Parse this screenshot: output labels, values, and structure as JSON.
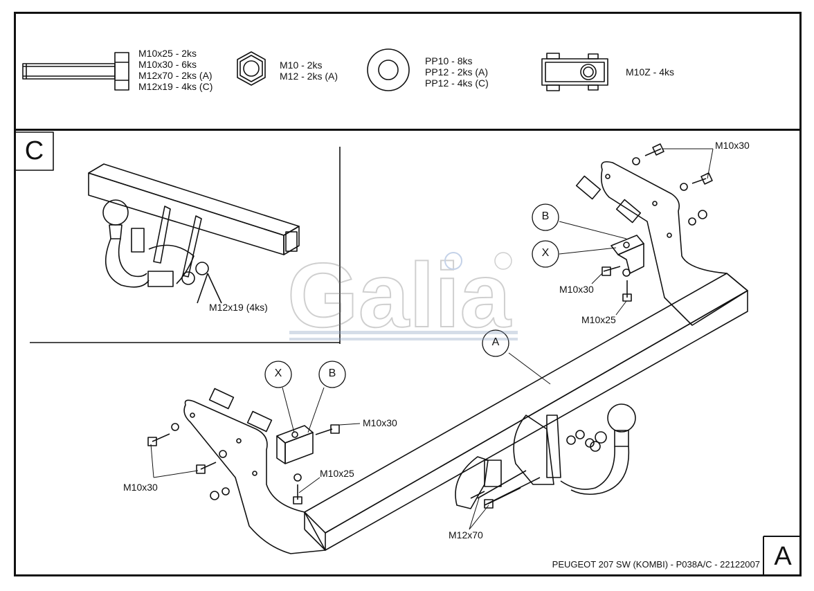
{
  "parts": {
    "bolt": [
      "M10x25 - 2ks",
      "M10x30 - 6ks",
      "M12x70 - 2ks (A)",
      "M12x19 - 4ks (C)"
    ],
    "nut": [
      "M10 - 2ks",
      "M12 - 2ks (A)"
    ],
    "washer": [
      "PP10 - 8ks",
      "PP12 - 2ks (A)",
      "PP12 - 4ks (C)"
    ],
    "clip": [
      "M10Z - 4ks"
    ]
  },
  "views": {
    "detail": "C",
    "main": "A"
  },
  "callouts": {
    "c_m12x19": "M12x19 (4ks)",
    "right_m10x30_top": "M10x30",
    "right_m10x30": "M10x30",
    "right_m10x25": "M10x25",
    "left_m10x30_bracket": "M10x30",
    "left_m10x25": "M10x25",
    "left_m10x30": "M10x30",
    "m12x70": "M12x70",
    "B": "B",
    "X": "X",
    "A": "A"
  },
  "logo": {
    "text": "Galia",
    "mark": "®"
  },
  "title_block": "PEUGEOT 207 SW (KOMBI) - P038A/C - 22122007"
}
